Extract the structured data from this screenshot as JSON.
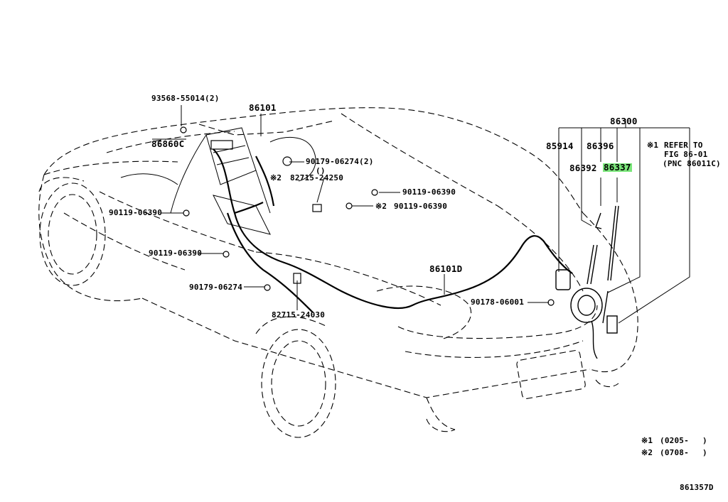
{
  "diagram": {
    "drawing_number": "861357D",
    "labels": {
      "p93568": "93568-55014(2)",
      "p86101": "86101",
      "p86860c": "86860C",
      "p90179a": "90179-06274(2)",
      "paren": "()",
      "p82715a_mark": "※2",
      "p82715a": "82715-24250",
      "p90119a": "90119-06390",
      "p90119b_mark": "※2",
      "p90119b": "90119-06390",
      "p90119c": "90119-06390",
      "p90119d": "90119-06390",
      "p90179b": "90179-06274",
      "p82715b": "82715-24030",
      "p86101d": "86101D",
      "p90178": "90178-06001",
      "p86300": "86300",
      "p85914": "85914",
      "p86396": "86396",
      "p86392": "86392",
      "p86337": "86337",
      "refer_mark": "※1",
      "refer_line1": "REFER TO",
      "refer_line2": "FIG 86-01",
      "refer_line3": "(PNC 86011C)"
    },
    "highlighted_part": "86337",
    "highlight_color": "#7be77b",
    "notes": [
      {
        "mark": "※1",
        "range": "(0205-",
        "end": ")"
      },
      {
        "mark": "※2",
        "range": "(0708-",
        "end": ")"
      }
    ]
  }
}
